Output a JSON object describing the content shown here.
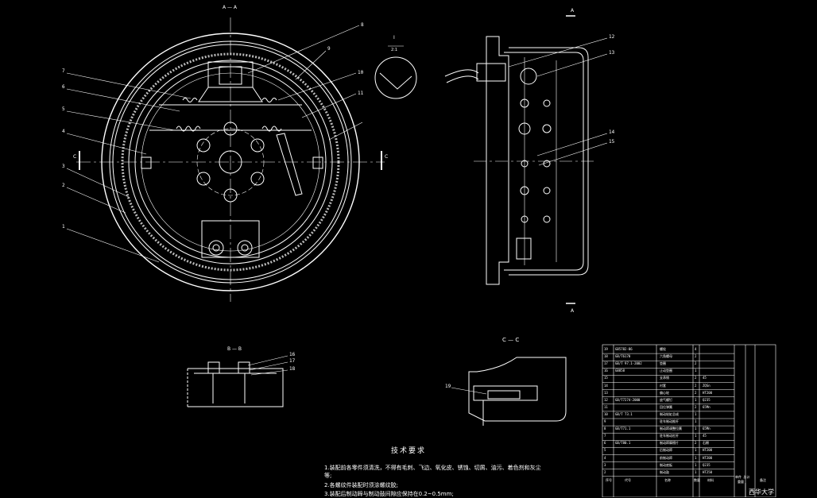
{
  "views": {
    "section_aa": "A — A",
    "detail_scale": "2:1",
    "detail_label": "I",
    "section_bb": "B — B",
    "section_cc": "C — C",
    "cut_a_top": "A",
    "cut_a_bottom": "A",
    "cut_c_left": "C",
    "cut_c_right": "C"
  },
  "leaders_main": [
    "7",
    "6",
    "5",
    "4",
    "3",
    "2",
    "1"
  ],
  "leaders_main_right": [
    "8",
    "9",
    "10",
    "11"
  ],
  "leaders_side": [
    "12",
    "13",
    "14",
    "15"
  ],
  "leaders_bb": [
    "16",
    "17",
    "18"
  ],
  "leaders_cc": [
    "19"
  ],
  "tech": {
    "heading": "技术要求",
    "line1": "1.装配前各零件须清洗，不得有毛刺、飞边、氧化皮、锈蚀、切屑、油污、着色剂和灰尘",
    "line1b": "等;",
    "line2": "2.各螺纹件装配时须涂螺纹胶;",
    "line3": "3.装配后制动蹄与制动鼓间隙应保持在0.2~0.5mm;"
  },
  "title_block": {
    "header_no": "序号",
    "header_code": "代号",
    "header_name": "名称",
    "header_qty": "数量",
    "header_material": "材料",
    "header_weight": "单件 总计",
    "header_mass": "重量",
    "header_remark": "备注",
    "school": "西华大学",
    "rows": [
      {
        "no": "19",
        "code": "GB5782-86",
        "name": "螺栓",
        "qty": "4",
        "mat": ""
      },
      {
        "no": "18",
        "code": "GB/T6170",
        "name": "六角螺母",
        "qty": "2",
        "mat": ""
      },
      {
        "no": "17",
        "code": "GB/T 97.1-2002",
        "name": "垫圈",
        "qty": "2",
        "mat": ""
      },
      {
        "no": "16",
        "code": "GB858",
        "name": "止动垫圈",
        "qty": "1",
        "mat": ""
      },
      {
        "no": "15",
        "code": "",
        "name": "支承销",
        "qty": "2",
        "mat": "45"
      },
      {
        "no": "14",
        "code": "",
        "name": "衬套",
        "qty": "2",
        "mat": "ZQSn"
      },
      {
        "no": "13",
        "code": "",
        "name": "偏心轮",
        "qty": "2",
        "mat": "HT200"
      },
      {
        "no": "12",
        "code": "GB/T7274-2000",
        "name": "放气螺钉",
        "qty": "1",
        "mat": "Q235"
      },
      {
        "no": "11",
        "code": "",
        "name": "回位弹簧",
        "qty": "2",
        "mat": "65Mn"
      },
      {
        "no": "10",
        "code": "GB/T 73.1",
        "name": "制动轮缸总成",
        "qty": "1",
        "mat": ""
      },
      {
        "no": "9",
        "code": "",
        "name": "驻车制动推杆",
        "qty": "1",
        "mat": ""
      },
      {
        "no": "8",
        "code": "GB/T71.1",
        "name": "制动蹄调整拉簧",
        "qty": "1",
        "mat": "65Mn"
      },
      {
        "no": "7",
        "code": "",
        "name": "驻车制动杠杆",
        "qty": "1",
        "mat": "45"
      },
      {
        "no": "6",
        "code": "GB/T80.1",
        "name": "制动蹄摩擦片",
        "qty": "2",
        "mat": "石棉"
      },
      {
        "no": "5",
        "code": "",
        "name": "后制动蹄",
        "qty": "1",
        "mat": "HT200"
      },
      {
        "no": "4",
        "code": "",
        "name": "前制动蹄",
        "qty": "1",
        "mat": "HT200"
      },
      {
        "no": "3",
        "code": "",
        "name": "制动底板",
        "qty": "1",
        "mat": "Q235"
      },
      {
        "no": "2",
        "code": "",
        "name": "制动鼓",
        "qty": "1",
        "mat": "HT250"
      }
    ]
  }
}
